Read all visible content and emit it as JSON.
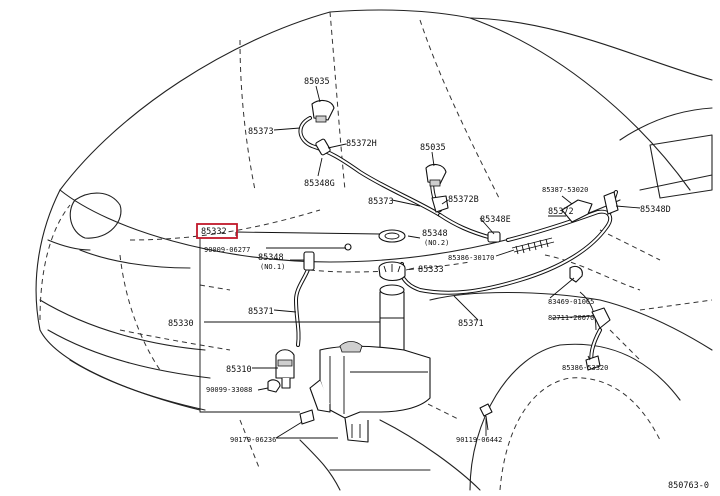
{
  "diagram": {
    "highlight_color": "#c0182a",
    "labels": [
      {
        "id": "85035_top",
        "text": "85035"
      },
      {
        "id": "85373_top",
        "text": "85373"
      },
      {
        "id": "85372H",
        "text": "85372H"
      },
      {
        "id": "85035_mid",
        "text": "85035"
      },
      {
        "id": "85348G",
        "text": "85348G"
      },
      {
        "id": "85373_mid",
        "text": "85373"
      },
      {
        "id": "85372B",
        "text": "85372B"
      },
      {
        "id": "85348E",
        "text": "85348E"
      },
      {
        "id": "85387",
        "text": "85387-53020"
      },
      {
        "id": "85372",
        "text": "85372"
      },
      {
        "id": "85348D",
        "text": "85348D"
      },
      {
        "id": "85332",
        "text": "85332"
      },
      {
        "id": "85348_no2",
        "text": "85348"
      },
      {
        "id": "no2",
        "text": "(NO.2)"
      },
      {
        "id": "90009",
        "text": "90009-06277"
      },
      {
        "id": "85348_no1",
        "text": "85348"
      },
      {
        "id": "no1",
        "text": "(NO.1)"
      },
      {
        "id": "85386",
        "text": "85386-30170"
      },
      {
        "id": "85333",
        "text": "85333"
      },
      {
        "id": "85371_left",
        "text": "85371"
      },
      {
        "id": "85330",
        "text": "85330"
      },
      {
        "id": "83469",
        "text": "83469-01065"
      },
      {
        "id": "82711",
        "text": "82711-20070"
      },
      {
        "id": "85371_right",
        "text": "85371"
      },
      {
        "id": "85310",
        "text": "85310"
      },
      {
        "id": "85386b",
        "text": "85386-53320"
      },
      {
        "id": "90099",
        "text": "90099-33088"
      },
      {
        "id": "90119",
        "text": "90119-06442"
      },
      {
        "id": "90179",
        "text": "90179-06236"
      },
      {
        "id": "drawing_no",
        "text": "850763-0"
      }
    ]
  }
}
